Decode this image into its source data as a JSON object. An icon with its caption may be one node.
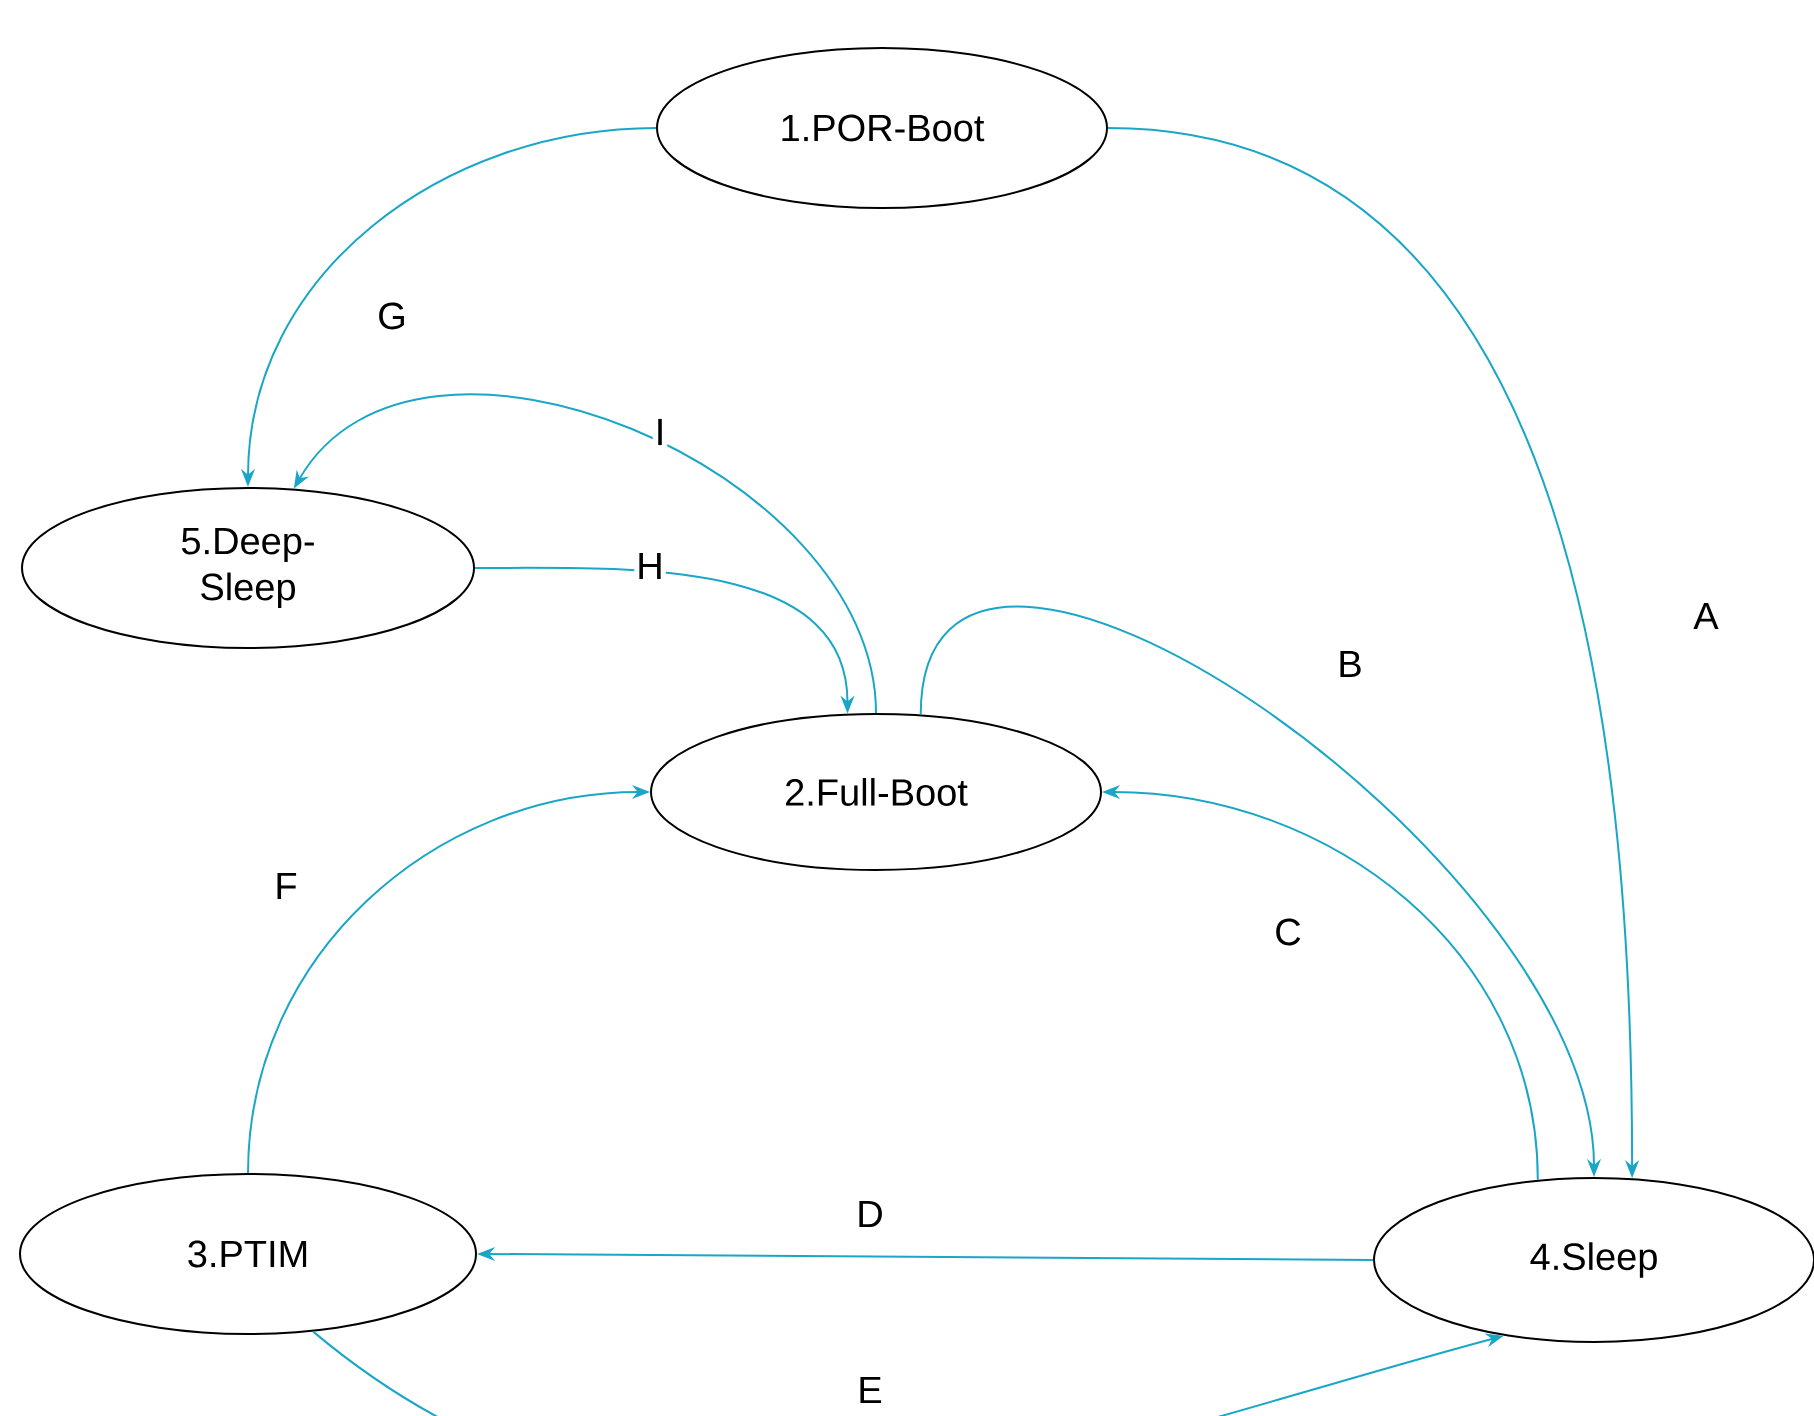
{
  "diagram": {
    "nodes": [
      {
        "text": [
          "1.POR-Boot"
        ]
      },
      {
        "text": [
          "5.Deep- Sleep"
        ]
      },
      {
        "text": [
          "2.Full-Boot"
        ]
      },
      {
        "text": [
          "3.PTIM"
        ]
      },
      {
        "text": [
          "4.Sleep"
        ]
      }
    ],
    "edges": [
      {
        "from": 0,
        "to": 1,
        "arrow": "to",
        "label": "G"
      },
      {
        "from": 0,
        "to": 4,
        "arrow": "to",
        "label": "A"
      },
      {
        "from": 2,
        "to": 1,
        "arrow": "to",
        "label": "I"
      },
      {
        "from": 1,
        "to": 2,
        "arrow": "to",
        "label": "H"
      },
      {
        "from": 2,
        "to": 4,
        "arrow": "to",
        "label": "B"
      },
      {
        "from": 3,
        "to": 2,
        "arrow": "to",
        "label": "F"
      },
      {
        "from": 4,
        "to": 2,
        "arrow": "to",
        "label": "C"
      },
      {
        "from": 4,
        "to": 3,
        "arrow": "to",
        "label": "D"
      },
      {
        "from": 3,
        "to": 4,
        "arrow": "to",
        "label": "E"
      }
    ]
  }
}
